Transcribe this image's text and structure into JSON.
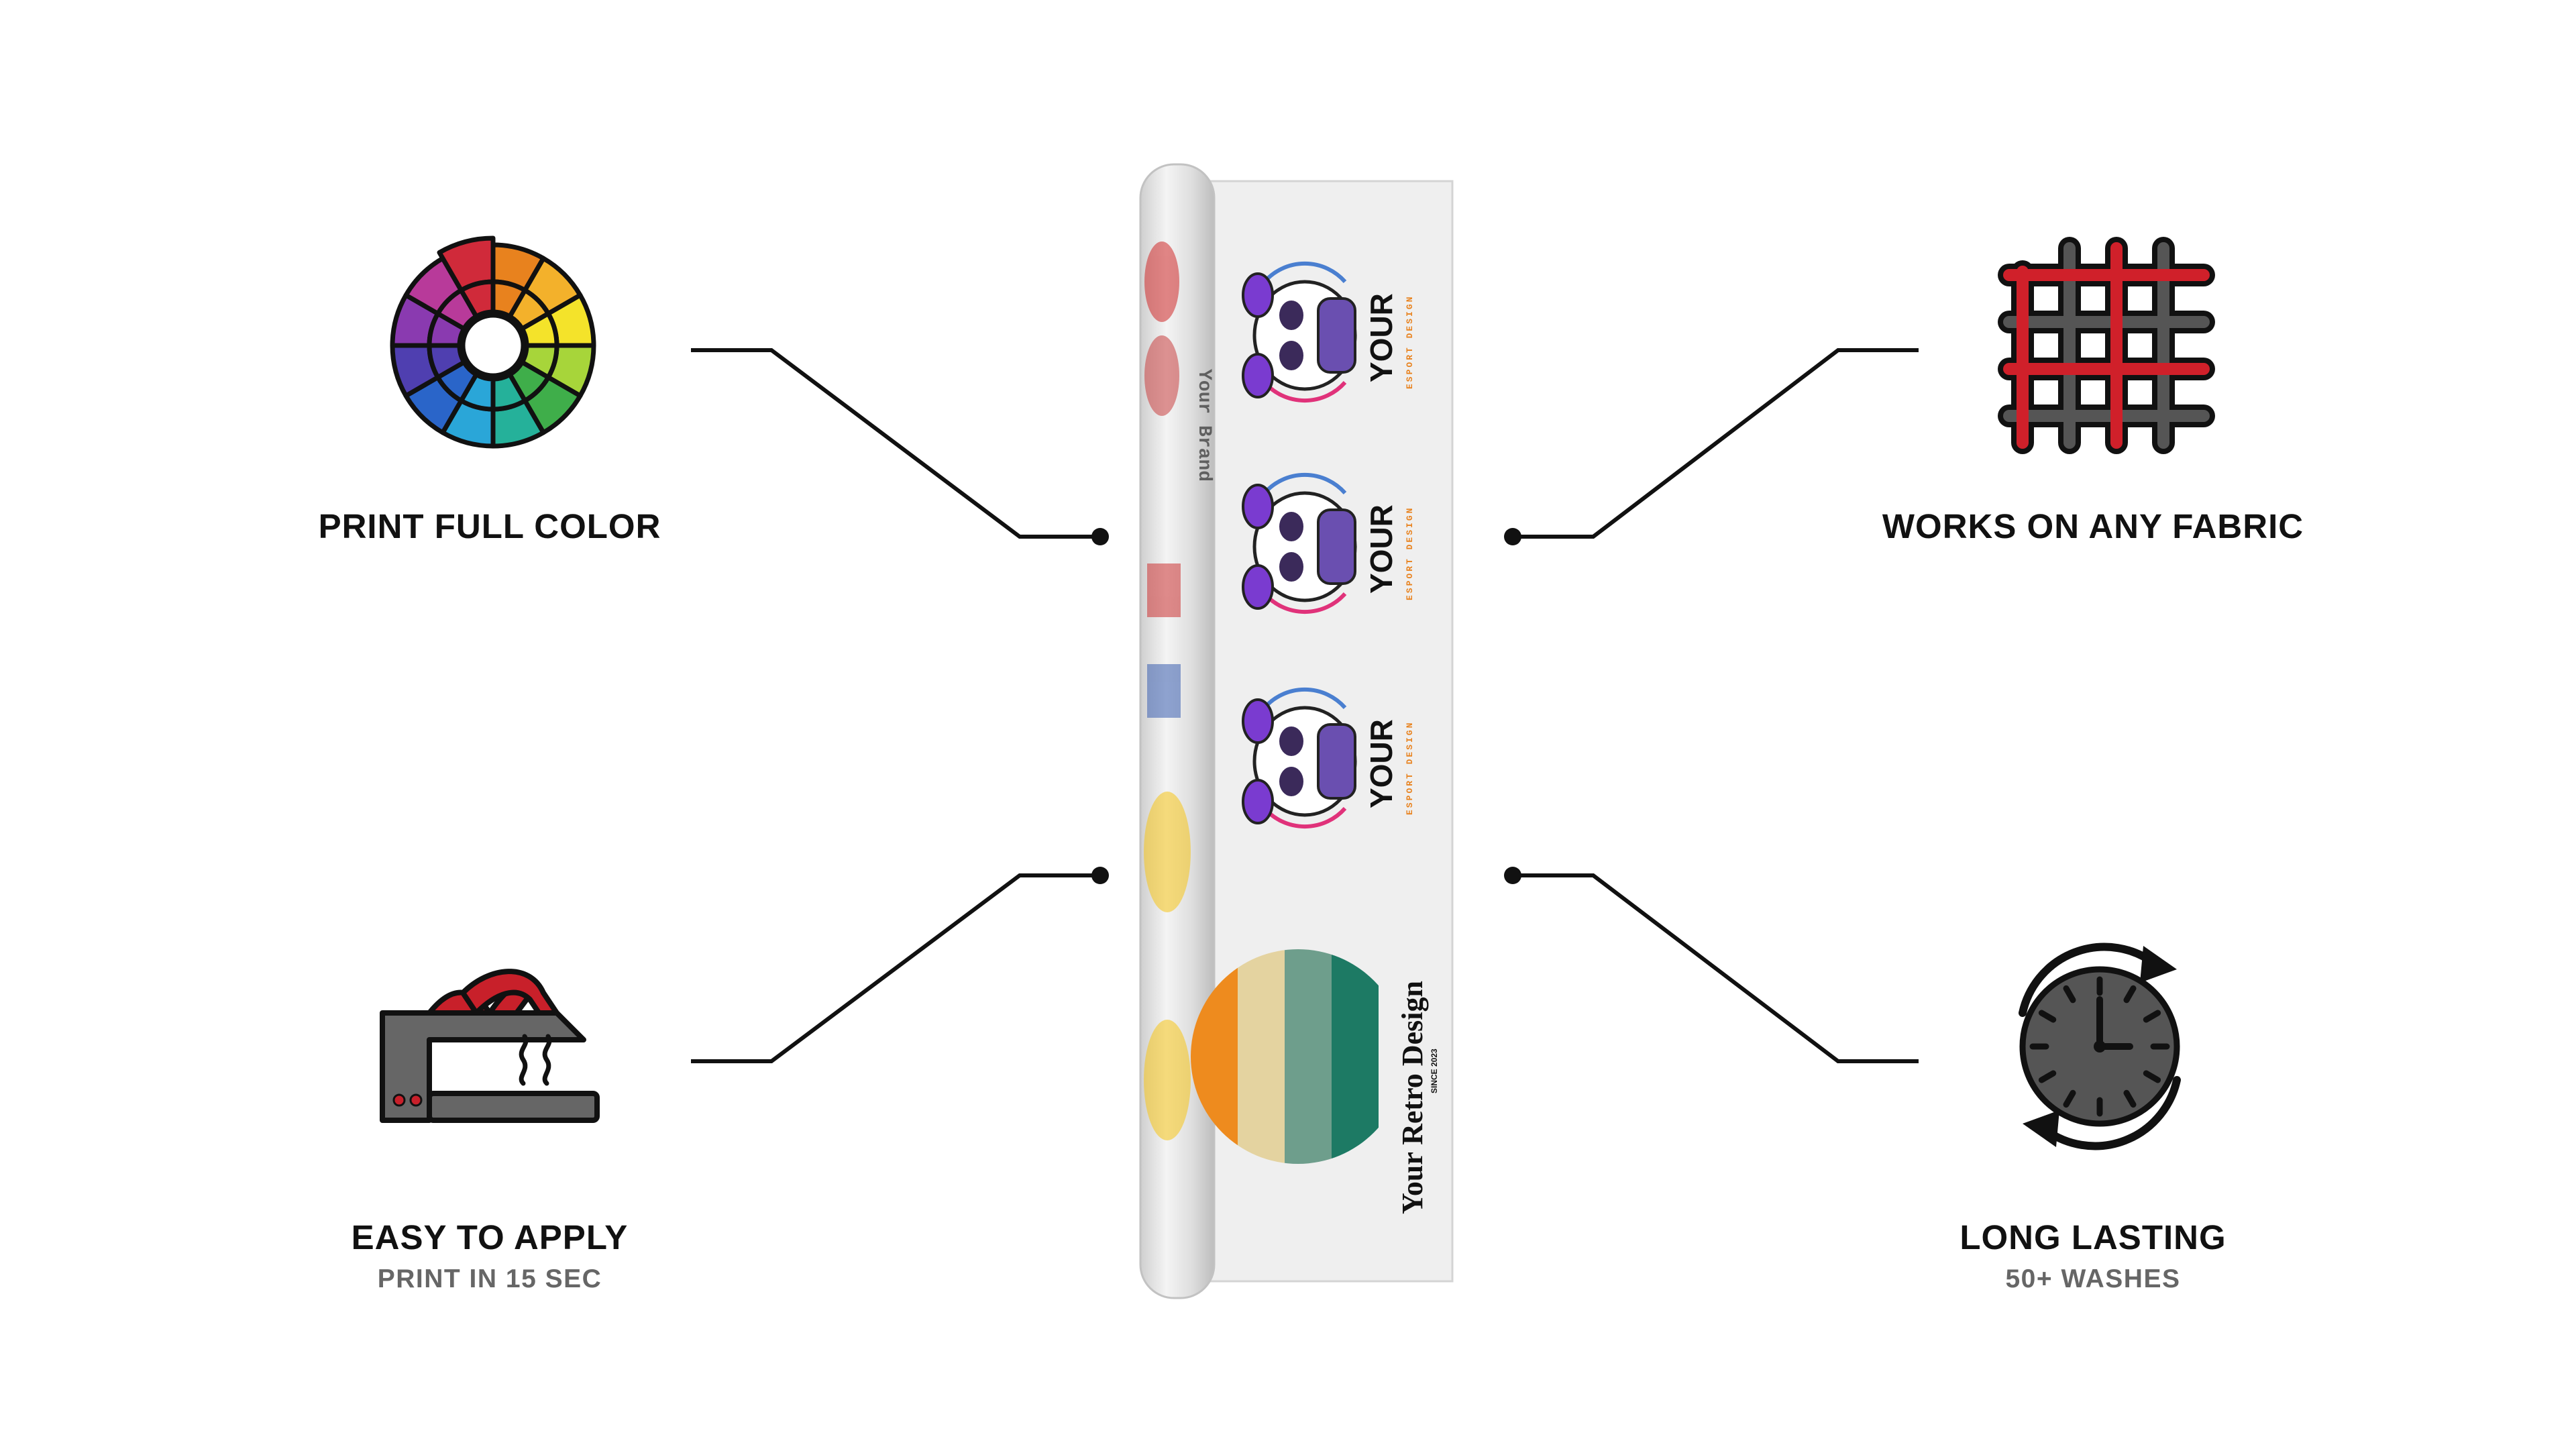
{
  "features": {
    "full_color": {
      "title": "PRINT FULL COLOR"
    },
    "any_fabric": {
      "title": "WORKS ON ANY FABRIC"
    },
    "easy_apply": {
      "title": "EASY TO APPLY",
      "subtitle": "PRINT IN 15 SEC"
    },
    "long_lasting": {
      "title": "LONG LASTING",
      "subtitle": "50+ WASHES"
    }
  },
  "roll": {
    "brand_sticker_text": "Your Brand",
    "esport_logo_word": "YOUR",
    "esport_logo_tag": "ESPORT DESIGN",
    "retro_title": "Your Retro Design",
    "retro_tag": "SINCE 2023"
  },
  "colors": {
    "text_dark": "#111111",
    "text_gray": "#666666",
    "fabric_red": "#d0202a",
    "fabric_dark": "#333333",
    "press_red": "#c8202a",
    "press_gray": "#666666",
    "clock_gray": "#555555",
    "accent_orange": "#e8821e"
  },
  "icons": [
    "color-wheel-icon",
    "fabric-mesh-icon",
    "heat-press-icon",
    "clock-cycle-icon"
  ]
}
